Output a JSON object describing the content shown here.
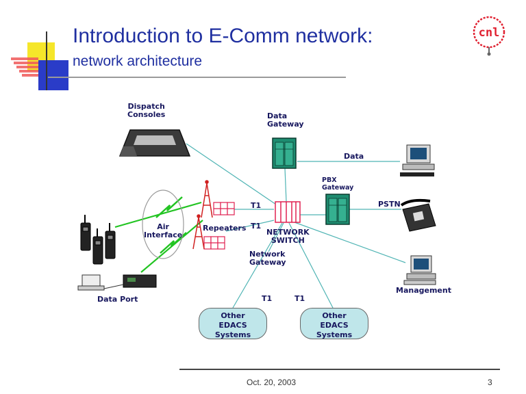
{
  "slide": {
    "title": "Introduction to E-Comm network:",
    "subtitle": "network architecture",
    "logo_text": "cnl",
    "footer_date": "Oct. 20, 2003",
    "page_number": "3"
  },
  "diagram": {
    "dispatch_consoles": "Dispatch\nConsoles",
    "data_gateway": "Data\nGateway",
    "data_link": "Data",
    "pbx_gateway": "PBX\nGateway",
    "pstn": "PSTN",
    "t1_upper": "T1",
    "t1_lower": "T1",
    "repeaters": "Repeaters",
    "air_interface": "Air\nInterface",
    "network_switch": "NETWORK\nSWITCH",
    "network_gateway": "Network\nGateway",
    "management": "Management",
    "data_port": "Data Port",
    "t1_left_edacs": "T1",
    "t1_right_edacs": "T1",
    "edacs_left": "Other\nEDACS\nSystems",
    "edacs_right": "Other\nEDACS\nSystems"
  },
  "colors": {
    "title": "#1f2fa0",
    "link_line": "#4fb4b4",
    "radio_link": "#22c422",
    "switch": "#e02050",
    "edacs_fill": "#bfe6ea",
    "gateway": "#1e8c70"
  }
}
